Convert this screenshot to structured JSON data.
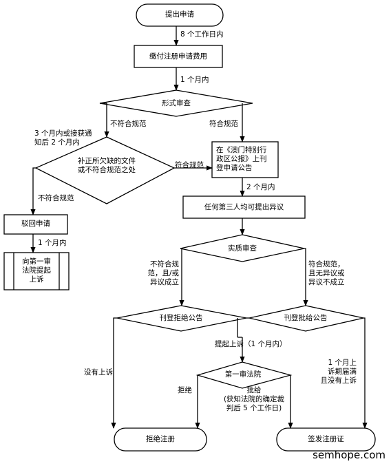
{
  "nodes": {
    "submit": "提出申请",
    "pay_fee": "缴付注册申请费用",
    "formal_review": "形式审查",
    "supplement": "补正所欠缺的文件\n或不符合规范之处",
    "publish_application": "在《澳门特别行\n政区公报》上刊\n登申请公告",
    "objection": "任何第三人均可提出异议",
    "reject_application": "驳回申请",
    "appeal_first_instance": "向第一审\n法院提起\n上诉",
    "substantive_review": "实质审查",
    "publish_refusal": "刊登拒绝公告",
    "publish_approval": "刊登批给公告",
    "court": "第一审法院",
    "refuse_registration": "拒绝注册",
    "issue_certificate": "签发注册证"
  },
  "edges": {
    "within_8_days": "8 个工作日内",
    "within_1_month_a": "1 个月内",
    "within_3_months": "3 个月内或接获通\n知后 2 个月内",
    "noncompliant_a": "不符合规范",
    "compliant_a": "符合规范",
    "compliant_b": "符合规范",
    "within_2_months": "2 个月内",
    "noncompliant_b": "不符合规范",
    "within_1_month_b": "1 个月内",
    "noncompliant_or_objection": "不符合规\n范，且/或\n异议成立",
    "compliant_no_objection": "符合规范，\n且无异议或\n异议不成立",
    "appeal_within_1_month": "提起上诉（1 个月内）",
    "no_appeal": "没有上诉",
    "court_rejects": "拒绝",
    "court_grants": "批给\n(获知法院的确定裁\n判后 5 个工作日)",
    "appeal_expired": "1 个月上\n诉期届满\n且没有上诉"
  },
  "watermark": "semhope.com"
}
